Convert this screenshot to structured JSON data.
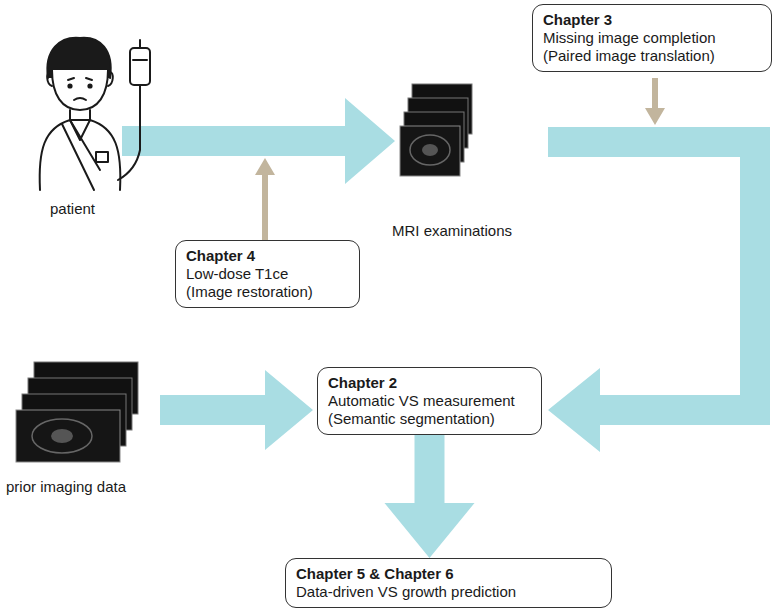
{
  "diagram": {
    "nodes": [
      {
        "text": [
          "Chapter 3",
          "Missing image completion (Paired image translation)"
        ]
      },
      {
        "text": [
          "Chapter 4",
          "Low-dose T1ce (Image restoration)"
        ]
      },
      {
        "text": [
          "Chapter 2",
          "Automatic VS measurement (Semantic segmentation)"
        ]
      },
      {
        "text": [
          "Chapter 5 & Chapter 6",
          "Data-driven VS growth prediction"
        ]
      }
    ],
    "edges": [
      {
        "from": 2,
        "to": 3,
        "arrow": "to"
      }
    ],
    "labels": [
      "patient",
      "MRI examinations",
      "prior imaging data"
    ]
  }
}
